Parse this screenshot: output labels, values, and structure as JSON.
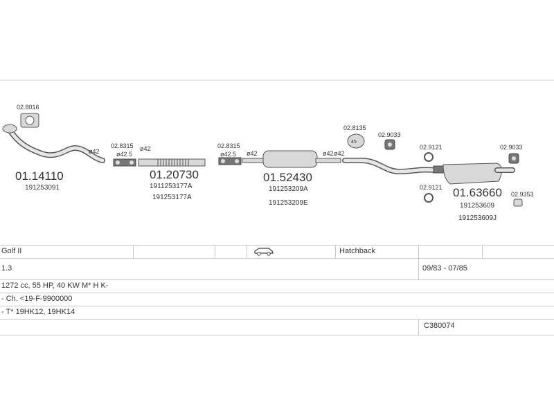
{
  "parts": {
    "p1": {
      "number": "01.14110",
      "ref": "191253091",
      "diameter": "ø42"
    },
    "p2": {
      "number": "01.20730",
      "ref1": "1911253177A",
      "ref2": "191253177A",
      "diameter": "ø42",
      "clamp": "02.8315",
      "clamp_dia": "ø42.5"
    },
    "p3": {
      "number": "01.52430",
      "ref1": "191253209A",
      "ref2": "191253209E",
      "diameter": "ø42",
      "clamp": "02.8315",
      "clamp_dia": "ø42.5"
    },
    "p4": {
      "number": "01.63660",
      "ref1": "191253609",
      "ref2": "191253609J",
      "diameter": "ø42"
    }
  },
  "accessories": {
    "a1": "02.8016",
    "a2": "02.8135",
    "a3": "02.9033",
    "a4": "02.9121",
    "a5": "02.9033",
    "a6": "02.9121",
    "a7": "02.9353"
  },
  "vehicle": {
    "model": "Golf II",
    "body": "Hatchback",
    "engine": "1.3",
    "years": "09/83 - 07/85",
    "spec": "1272 cc, 55 HP, 40 KW M* H K-",
    "chassis": "- Ch. <19-F-9900000",
    "type": "- T* 19HK12, 19HK14",
    "code": "C380074"
  }
}
